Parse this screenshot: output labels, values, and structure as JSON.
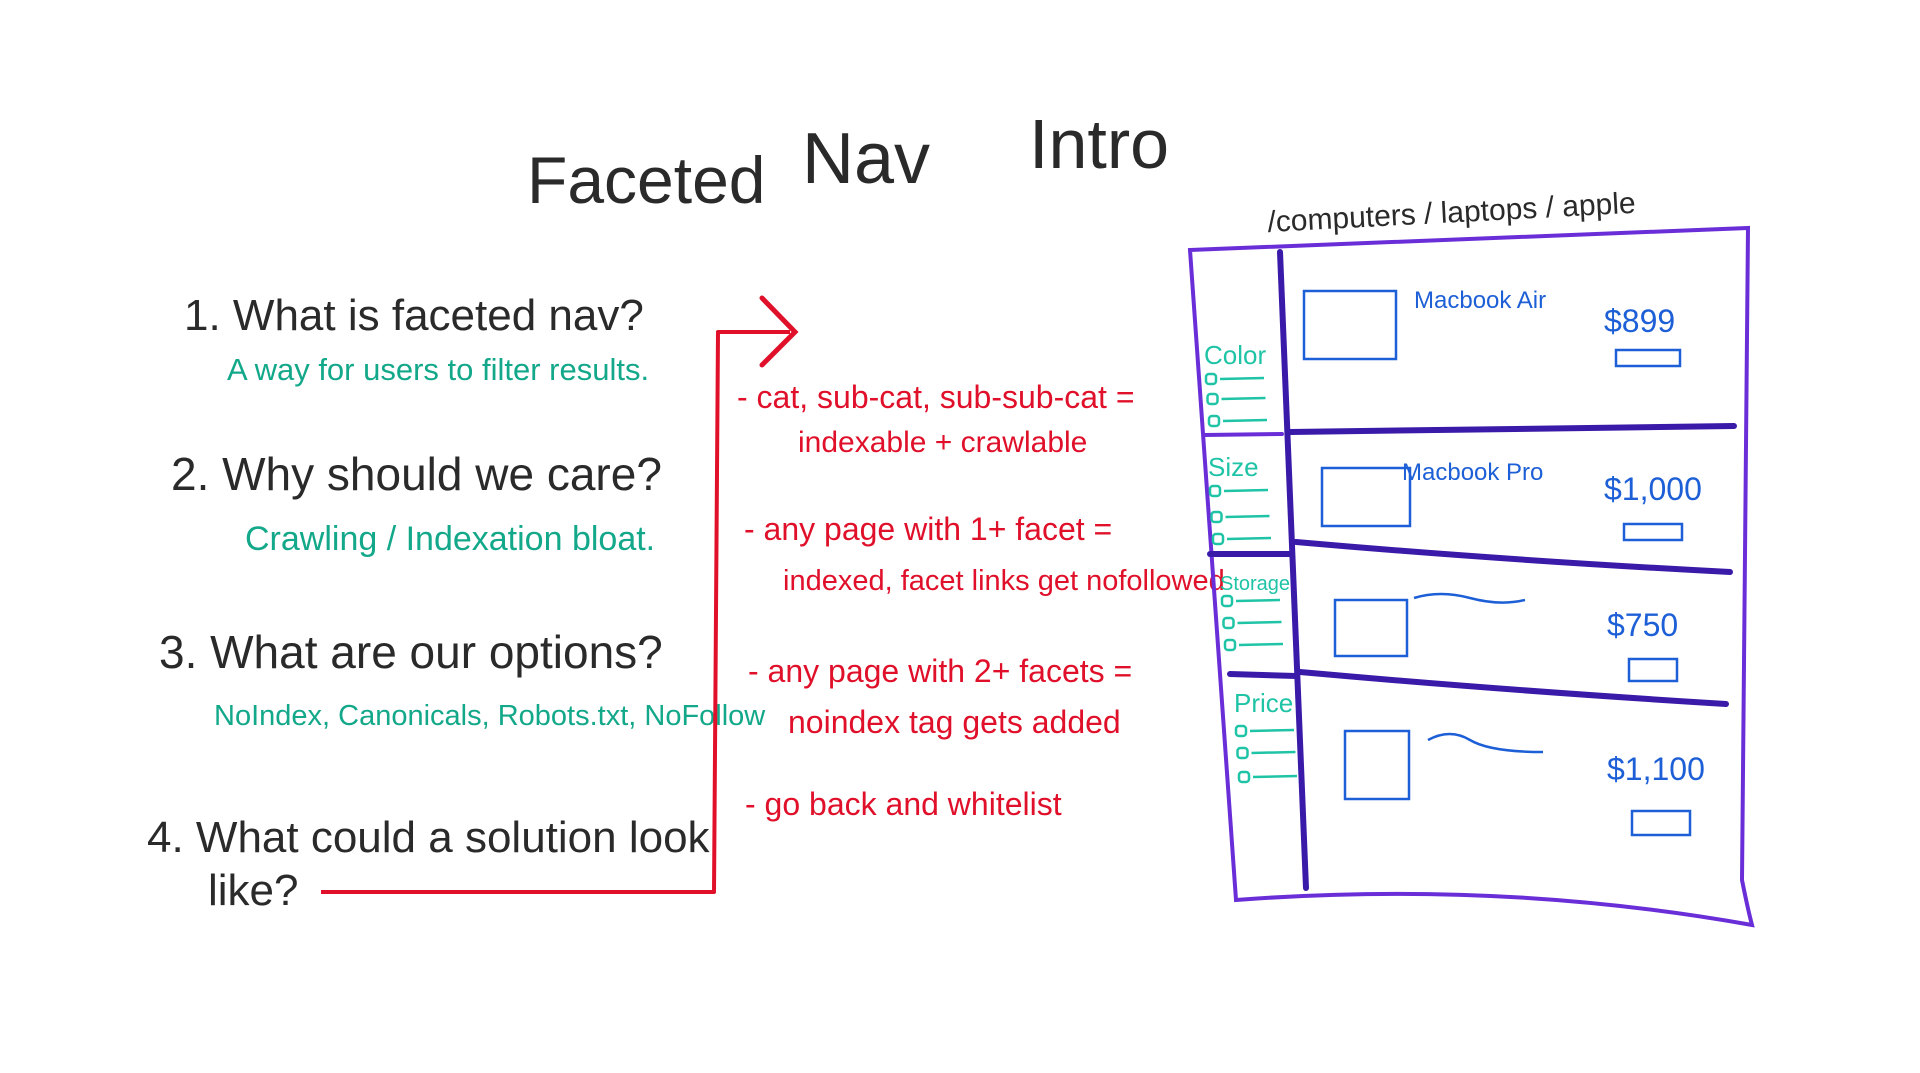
{
  "title": {
    "word1": "Faceted",
    "word2": "Nav",
    "word3": "Intro"
  },
  "questions": [
    {
      "question": "1. What is faceted nav?",
      "answer": "A way for users to filter results."
    },
    {
      "question": "2. Why should we care?",
      "answer": "Crawling / Indexation bloat."
    },
    {
      "question": "3. What are our options?",
      "answer": "NoIndex, Canonicals, Robots.txt, NoFollow"
    },
    {
      "question": "4. What could a solution look",
      "question_line2": "like?"
    }
  ],
  "solution_points": [
    {
      "line1": "- cat, sub-cat, sub-sub-cat =",
      "line2": "indexable + crawlable"
    },
    {
      "line1": "- any page with 1+ facet =",
      "line2": "indexed, facet links get nofollowed"
    },
    {
      "line1": "- any page with 2+ facets =",
      "line2": "noindex tag gets added"
    },
    {
      "line1": "- go back and whitelist"
    }
  ],
  "mockup": {
    "breadcrumb": "/computers / laptops / apple",
    "facets": [
      {
        "label": "Color",
        "options": 3
      },
      {
        "label": "Size",
        "options": 3
      },
      {
        "label": "Storage",
        "options": 3
      },
      {
        "label": "Price",
        "options": 3
      }
    ],
    "products": [
      {
        "name": "Macbook Air",
        "price": "$899"
      },
      {
        "name": "Macbook Pro",
        "price": "$1,000"
      },
      {
        "name": "",
        "price": "$750"
      },
      {
        "name": "",
        "price": "$1,100"
      }
    ]
  },
  "colors": {
    "questions": "#2a2a2a",
    "answers": "#13a88a",
    "solution": "#e0102a",
    "mockup_frame": "#6a2ed8",
    "mockup_products": "#1d5fd6",
    "mockup_facets": "#1fc3a6"
  }
}
